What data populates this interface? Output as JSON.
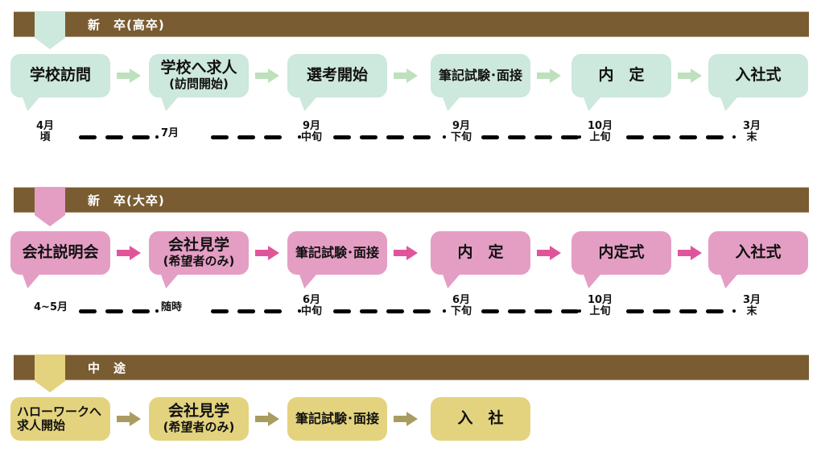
{
  "colors": {
    "bar": "#795c31",
    "s1_box": "#cde8dc",
    "s1_arrow": "#bfe0bd",
    "s2_box": "#e49ec4",
    "s2_arrow": "#e0559a",
    "s3_box": "#e3d37e",
    "s3_arrow": "#a89c60"
  },
  "sections": [
    {
      "title": "新　卒(高卒)",
      "steps": [
        {
          "l1": "学校訪問",
          "l2": ""
        },
        {
          "l1": "学校へ求人",
          "l2": "(訪問開始)"
        },
        {
          "l1": "選考開始",
          "l2": ""
        },
        {
          "l1": "筆記試験･面接",
          "l2": ""
        },
        {
          "l1": "内　定",
          "l2": ""
        },
        {
          "l1": "入社式",
          "l2": ""
        }
      ],
      "timeline": [
        "4月\n頃",
        "7月",
        "9月\n中旬",
        "9月\n下旬",
        "10月\n上旬",
        "3月\n末"
      ]
    },
    {
      "title": "新　卒(大卒)",
      "steps": [
        {
          "l1": "会社説明会",
          "l2": ""
        },
        {
          "l1": "会社見学",
          "l2": "(希望者のみ)"
        },
        {
          "l1": "筆記試験･面接",
          "l2": ""
        },
        {
          "l1": "内　定",
          "l2": ""
        },
        {
          "l1": "内定式",
          "l2": ""
        },
        {
          "l1": "入社式",
          "l2": ""
        }
      ],
      "timeline": [
        "4~5月",
        "随時",
        "6月\n中旬",
        "6月\n下旬",
        "10月\n上旬",
        "3月\n末"
      ]
    },
    {
      "title": "中　途",
      "steps": [
        {
          "l1": "ハローワークへ",
          "l2": "求人開始"
        },
        {
          "l1": "会社見学",
          "l2": "(希望者のみ)"
        },
        {
          "l1": "筆記試験･面接",
          "l2": ""
        },
        {
          "l1": "入　社",
          "l2": ""
        }
      ]
    }
  ]
}
